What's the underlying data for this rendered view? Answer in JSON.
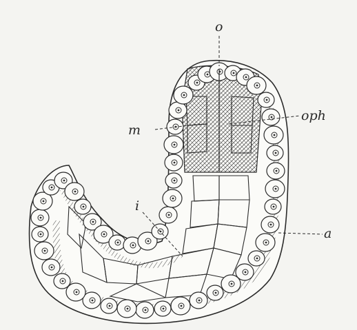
{
  "figure": {
    "labels": {
      "o": "o",
      "oph": "oph",
      "m": "m",
      "i": "i",
      "a": "a"
    },
    "colors": {
      "ink": "#2a2a2a",
      "paper": "#f4f4f1",
      "cell_fill": "#fbfbf8",
      "hatch": "#555555"
    }
  }
}
